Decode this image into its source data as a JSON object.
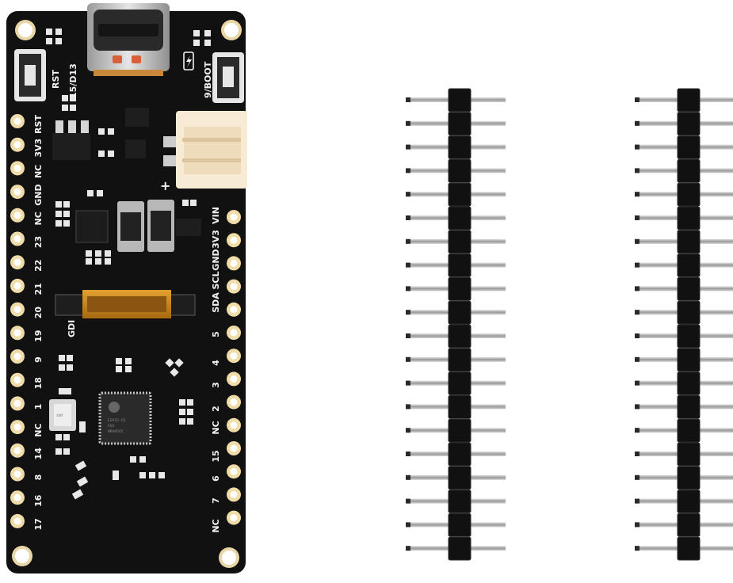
{
  "board": {
    "left_labels": [
      "RST",
      "3V3",
      "NC",
      "GND",
      "NC",
      "23",
      "22",
      "21",
      "20",
      "19",
      "9",
      "18",
      "1",
      "NC",
      "14",
      "8",
      "16",
      "17"
    ],
    "right_labels": [
      "VIN",
      "3V3",
      "GND",
      "SCL",
      "SDA",
      "5",
      "4",
      "3",
      "2",
      "NC",
      "15",
      "6",
      "7",
      "NC"
    ],
    "top_labels": {
      "rst": "RST",
      "d13": "15/D13",
      "boot": "9/BOOT"
    },
    "gdi_label": "GDI",
    "plus_label": "+",
    "chip_text": [
      "ESP32-C6",
      "FH4",
      "NRV85X5"
    ],
    "crystal_text": "40M"
  },
  "headers": [
    {
      "name": "pin-header-left",
      "pin_count": 20
    },
    {
      "name": "pin-header-right",
      "pin_count": 20
    }
  ],
  "colors": {
    "pcb": "#101010",
    "pad": "#f0dca8",
    "pin": "#b5b5b5",
    "header_body": "#111111",
    "connector": "#f6ebd8",
    "usb_metal": "#c9c9c9"
  }
}
